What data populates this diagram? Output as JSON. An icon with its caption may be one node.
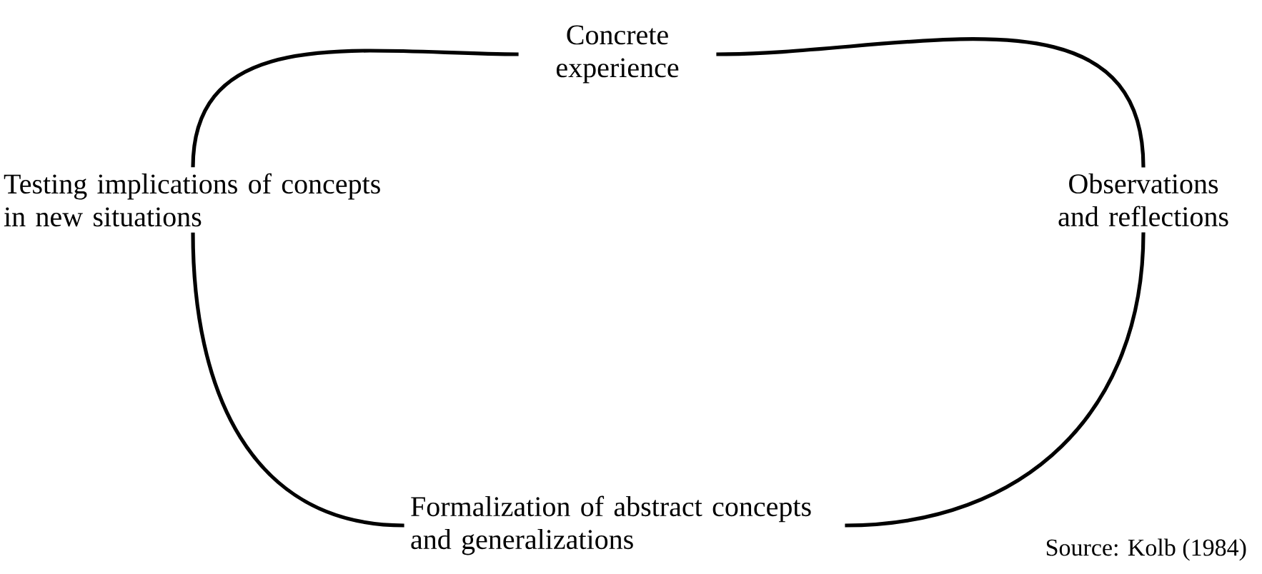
{
  "diagram": {
    "nodes": [
      {
        "text": [
          "Concrete experience"
        ]
      },
      {
        "text": [
          "Testing implications of concepts in new situations"
        ]
      },
      {
        "text": [
          "Observations and reflections"
        ]
      },
      {
        "text": [
          "Formalization of abstract concepts and generalizations"
        ]
      }
    ],
    "edges": [
      {
        "from": 0,
        "to": 2,
        "arrow": "none"
      },
      {
        "from": 2,
        "to": 3,
        "arrow": "none"
      },
      {
        "from": 3,
        "to": 1,
        "arrow": "none"
      },
      {
        "from": 1,
        "to": 0,
        "arrow": "none"
      }
    ],
    "labels": [
      "Source: Kolb (1984)"
    ]
  }
}
